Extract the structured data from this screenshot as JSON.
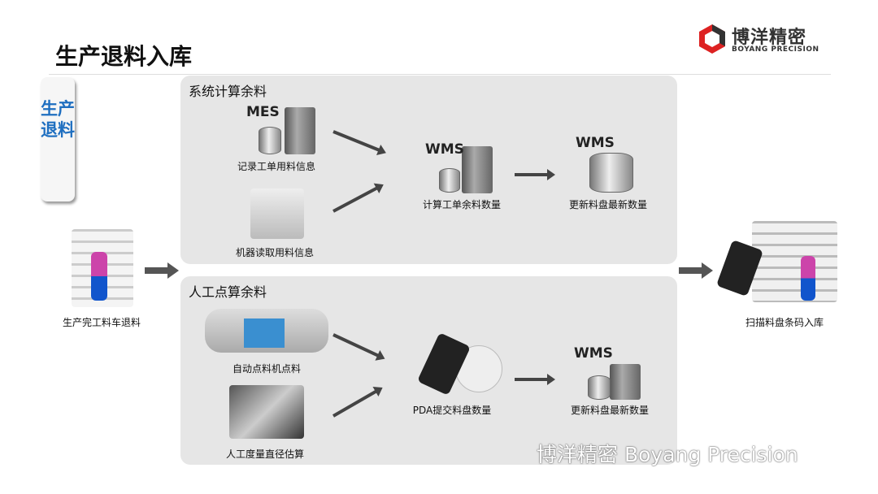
{
  "title": "生产退料入库",
  "logo": {
    "cn": "博洋精密",
    "en": "BOYANG PRECISION"
  },
  "side_tab": "生产退料",
  "left": {
    "label": "生产完工料车退料"
  },
  "right": {
    "label": "扫描料盘条码入库"
  },
  "top_panel": {
    "title": "系统计算余料",
    "mes": "MES",
    "mes_label": "记录工单用料信息",
    "machine_label": "机器读取用料信息",
    "wms1": "WMS",
    "wms1_label": "计算工单余料数量",
    "wms2": "WMS",
    "wms2_label": "更新料盘最新数量"
  },
  "bottom_panel": {
    "title": "人工点算余料",
    "counter_label": "自动点料机点料",
    "manual_label": "人工度量直径估算",
    "pda_label": "PDA提交料盘数量",
    "wms": "WMS",
    "wms_label": "更新料盘最新数量"
  },
  "watermark": "博洋精密 Boyang Precision"
}
